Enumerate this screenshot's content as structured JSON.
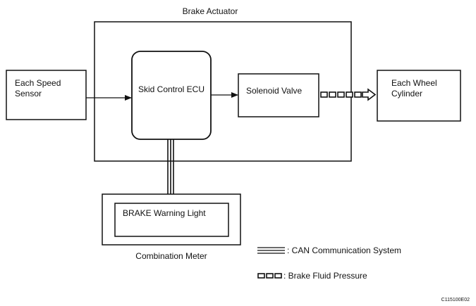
{
  "diagram": {
    "brake_actuator_label": "Brake Actuator",
    "speed_sensor_line1": "Each Speed",
    "speed_sensor_line2": "Sensor",
    "skid_ecu_label": "Skid Control ECU",
    "solenoid_label": "Solenoid Valve",
    "wheel_cyl_line1": "Each Wheel",
    "wheel_cyl_line2": "Cylinder",
    "warning_light_label": "BRAKE Warning Light",
    "combination_meter_label": "Combination Meter",
    "code": "C115100E02"
  },
  "legend": {
    "can_label": ": CAN Communication System",
    "fluid_label": ": Brake Fluid Pressure"
  },
  "colors": {
    "stroke": "#111111",
    "background": "#ffffff"
  }
}
